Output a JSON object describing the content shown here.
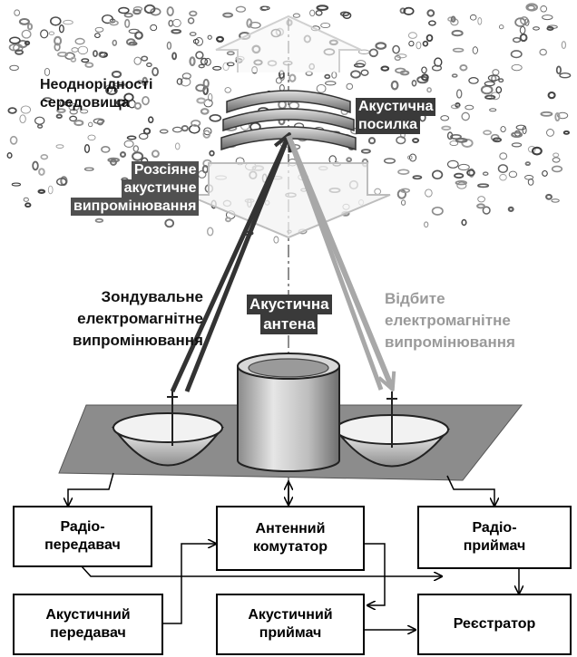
{
  "labels": {
    "medium_inhomogeneity": [
      "Неоднорідності",
      "середовища"
    ],
    "acoustic_pulse": [
      "Акустична",
      "посилка"
    ],
    "scattered_acoustic": [
      "Розсіяне",
      "акустичне",
      "випромінювання"
    ],
    "probing_em": [
      "Зондувальне",
      "електромагнітне",
      "випромінювання"
    ],
    "acoustic_antenna": [
      "Акустична",
      "антена"
    ],
    "reflected_em": [
      "Відбите",
      "електромагнітне",
      "випромінювання"
    ]
  },
  "blocks": {
    "radio_transmitter": "Радіо-\nпередавач",
    "antenna_switch": "Антенний\nкомутатор",
    "radio_receiver": "Радіо-\nприймач",
    "acoustic_transmitter": "Акустичний\nпередавач",
    "acoustic_receiver": "Акустичний\nприймач",
    "recorder": "Реєстратор"
  },
  "colors": {
    "probing_beam": "#333333",
    "reflected_beam": "#a8a8a8",
    "platform": "#8c8c8c",
    "cylinder": "#c8c8c8"
  }
}
